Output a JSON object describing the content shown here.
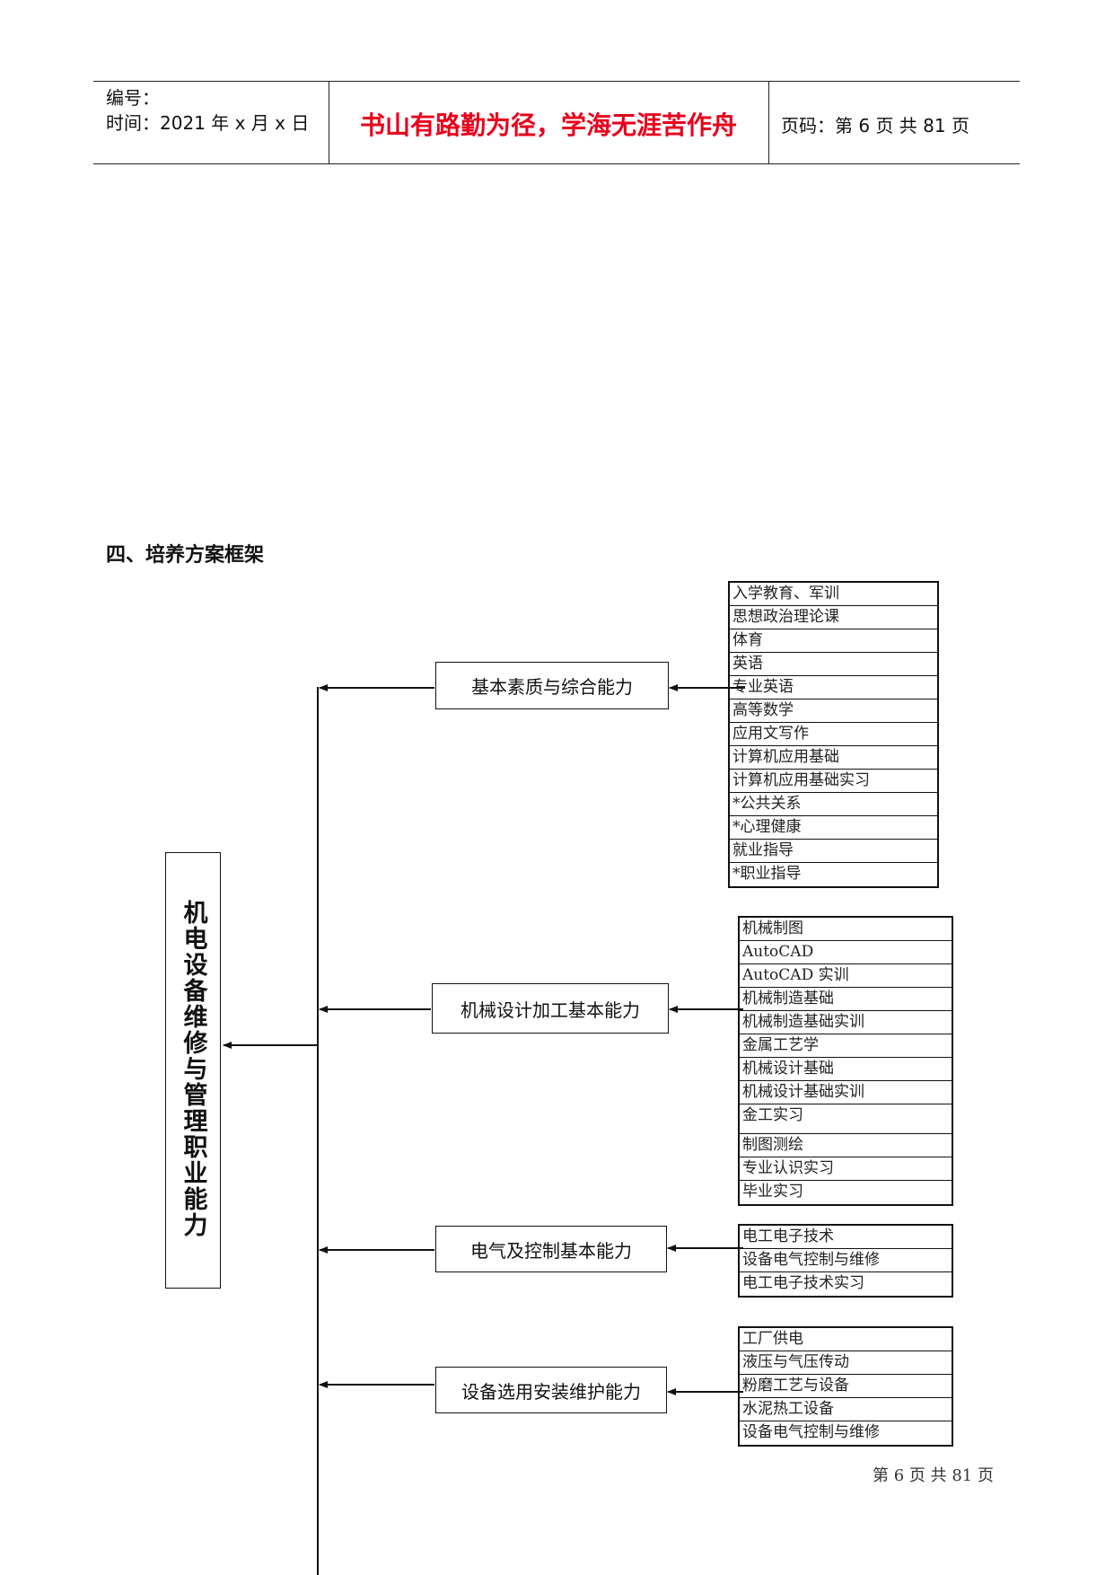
{
  "header": {
    "number_label": "编号：",
    "time_text": "时间：2021 年 x 月 x 日",
    "motto": "书山有路勤为径，学海无涯苦作舟",
    "page_text": "页码：第 6 页  共 81 页"
  },
  "section": {
    "title": "四、培养方案框架"
  },
  "framework": {
    "root": "机电设备维修与管理职业能力",
    "categories": [
      {
        "label": "基本素质与综合能力",
        "courses": [
          "入学教育、军训",
          "思想政治理论课",
          "体育",
          "英语",
          "专业英语",
          "高等数学",
          "应用文写作",
          "计算机应用基础",
          "计算机应用基础实习",
          "*公共关系",
          "*心理健康",
          "就业指导",
          "*职业指导"
        ]
      },
      {
        "label": "机械设计加工基本能力",
        "courses": [
          "机械制图",
          "AutoCAD",
          "AutoCAD 实训",
          "机械制造基础",
          "机械制造基础实训",
          "金属工艺学",
          "机械设计基础",
          "机械设计基础实训",
          "金工实习",
          "制图测绘",
          "专业认识实习",
          "毕业实习"
        ]
      },
      {
        "label": "电气及控制基本能力",
        "courses": [
          "电工电子技术",
          "设备电气控制与维修",
          "电工电子技术实习"
        ]
      },
      {
        "label": "设备选用安装维护能力",
        "courses": [
          "工厂供电",
          "液压与气压传动",
          "粉磨工艺与设备",
          "水泥热工设备",
          "设备电气控制与维修"
        ]
      }
    ]
  },
  "footer": {
    "page_text": "第 6 页 共 81 页"
  }
}
